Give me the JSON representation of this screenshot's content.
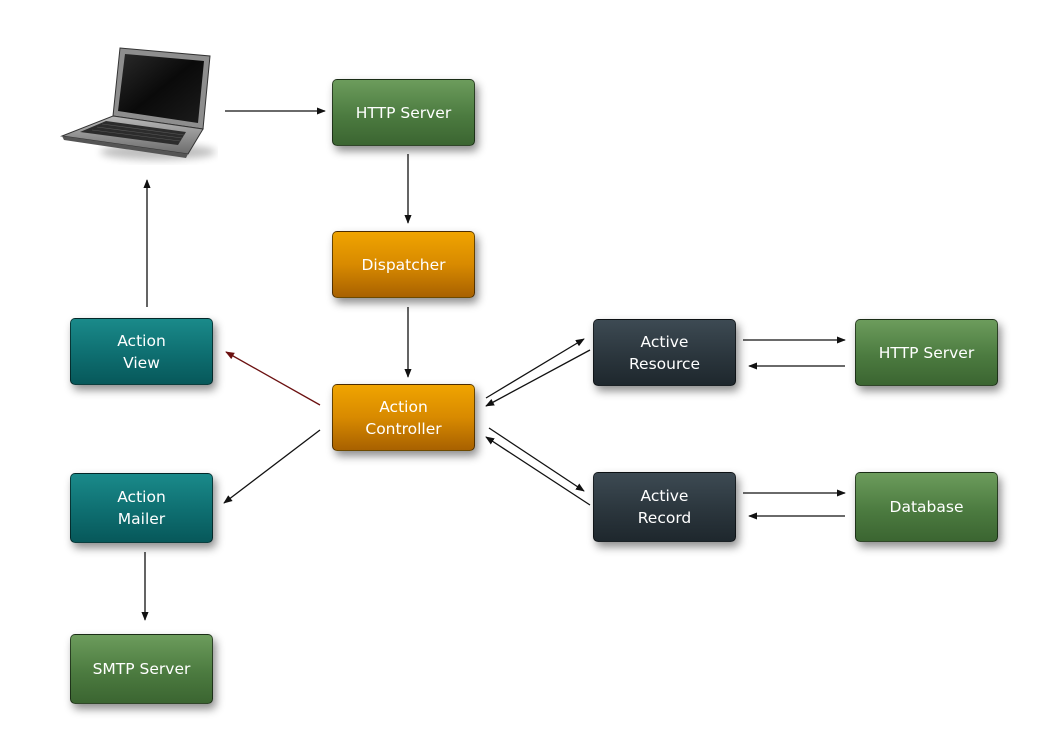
{
  "nodes": {
    "http_server_top": "HTTP Server",
    "dispatcher": "Dispatcher",
    "action_controller": "Action\nController",
    "action_view": "Action\nView",
    "action_mailer": "Action\nMailer",
    "smtp_server": "SMTP Server",
    "active_resource": "Active\nResource",
    "http_server_right": "HTTP Server",
    "active_record": "Active\nRecord",
    "database": "Database"
  },
  "colors": {
    "server_green": "#4c7b40",
    "rails_orange": "#d88a00",
    "action_teal": "#0e6e70",
    "active_dark": "#2b363d",
    "arrow": "#111111",
    "view_arrow": "#6b1010"
  },
  "icons": {
    "client": "laptop-icon"
  }
}
